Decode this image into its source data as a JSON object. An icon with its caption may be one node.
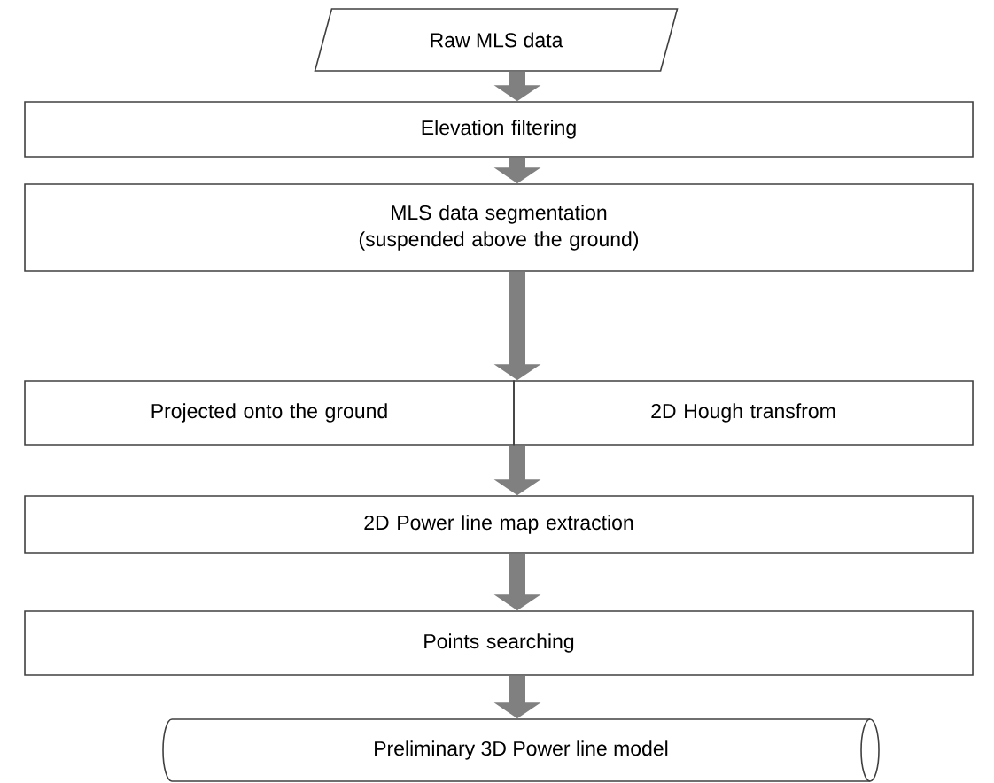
{
  "diagram": {
    "nodes": [
      {
        "text": [
          "Raw MLS data"
        ]
      },
      {
        "text": [
          "Elevation filtering"
        ]
      },
      {
        "text": [
          "MLS data segmentation (suspended above the ground)"
        ]
      },
      {
        "text": [
          "Projected onto the ground"
        ]
      },
      {
        "text": [
          "2D Hough transfrom"
        ]
      },
      {
        "text": [
          "2D Power line map extraction"
        ]
      },
      {
        "text": [
          "Points searching"
        ]
      },
      {
        "text": [
          "Preliminary 3D Power line model"
        ]
      }
    ],
    "edges": [
      {
        "from": 0,
        "to": 1,
        "arrow": "to"
      },
      {
        "from": 1,
        "to": 2,
        "arrow": "to"
      },
      {
        "from": 2,
        "to": 3,
        "arrow": "to"
      },
      {
        "from": 2,
        "to": 4,
        "arrow": "to"
      },
      {
        "from": 3,
        "to": 5,
        "arrow": "to"
      },
      {
        "from": 4,
        "to": 5,
        "arrow": "to"
      },
      {
        "from": 5,
        "to": 6,
        "arrow": "to"
      },
      {
        "from": 6,
        "to": 7,
        "arrow": "to"
      }
    ]
  }
}
